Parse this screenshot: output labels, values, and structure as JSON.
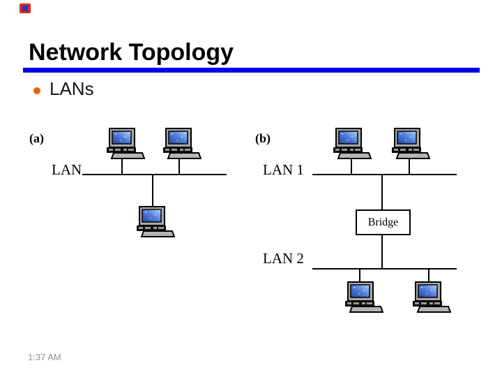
{
  "slide": {
    "logo": {
      "outer_color": "#d42a1e",
      "inner_color": "#2238c8"
    },
    "title": "Network Topology",
    "accent_rule_color": "#0000e6",
    "bullet": {
      "marker_color": "#e8650f",
      "label": "LANs"
    }
  },
  "diagram_a": {
    "label": "(a)",
    "lan_label": "LAN",
    "computer_count": 3,
    "description_icon": "computer-icon"
  },
  "diagram_b": {
    "label": "(b)",
    "lan1_label": "LAN 1",
    "bridge_label": "Bridge",
    "lan2_label": "LAN 2",
    "computer_count": 4,
    "description_icon": "computer-icon"
  },
  "footer": {
    "time": "1:37 AM"
  },
  "line_color": "#000000"
}
